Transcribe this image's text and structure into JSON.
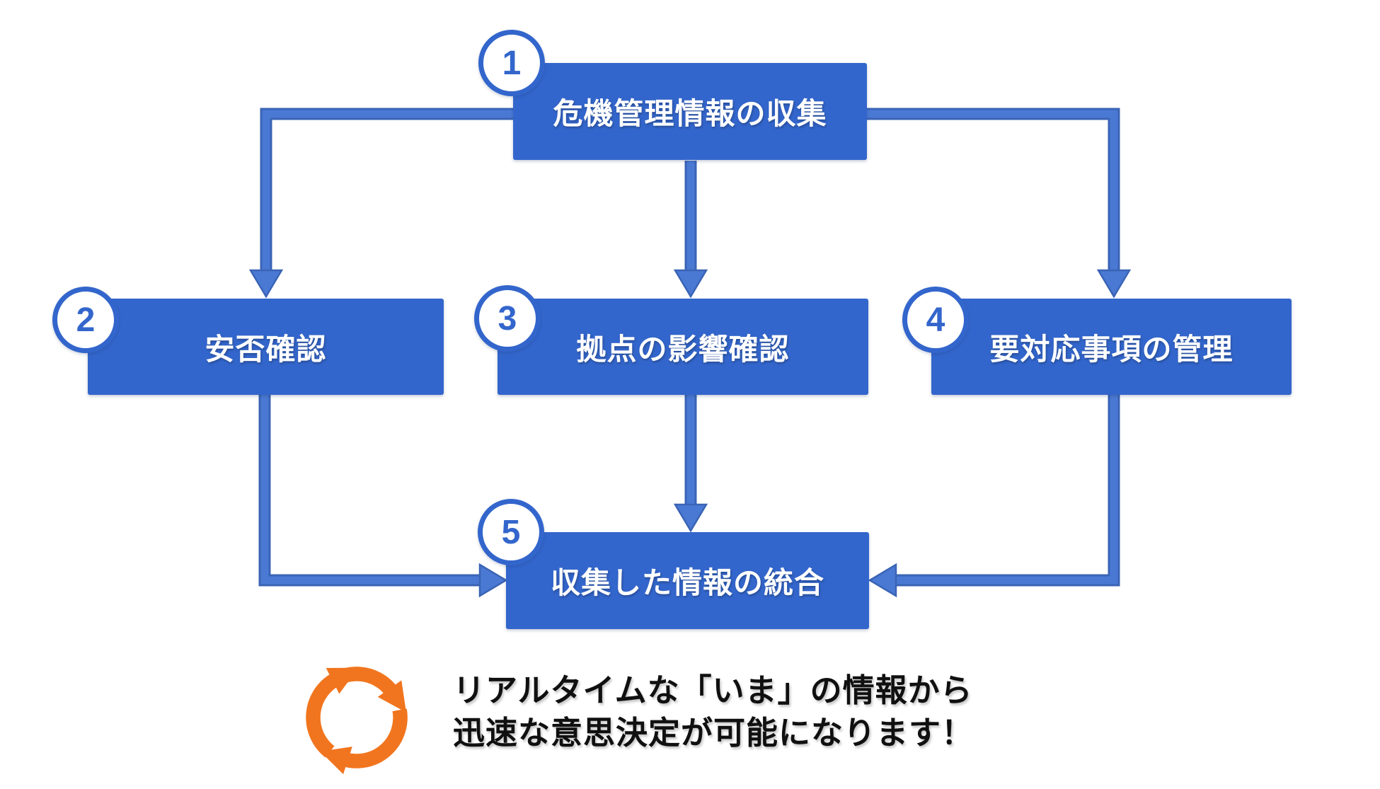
{
  "diagram": {
    "steps": [
      {
        "number": "1",
        "label": "危機管理情報の収集"
      },
      {
        "number": "2",
        "label": "安否確認"
      },
      {
        "number": "3",
        "label": "拠点の影響確認"
      },
      {
        "number": "4",
        "label": "要対応事項の管理"
      },
      {
        "number": "5",
        "label": "収集した情報の統合"
      }
    ],
    "note": {
      "line1": "リアルタイムな「いま」の情報から",
      "line2": "迅速な意思決定が可能になります！"
    },
    "colors": {
      "box_blue": "#3366CC",
      "connector_blue": "#4A79D4",
      "connector_edge": "#3A64B5",
      "accent_orange": "#F1751E",
      "text_black": "#101010",
      "white": "#FFFFFF"
    }
  }
}
